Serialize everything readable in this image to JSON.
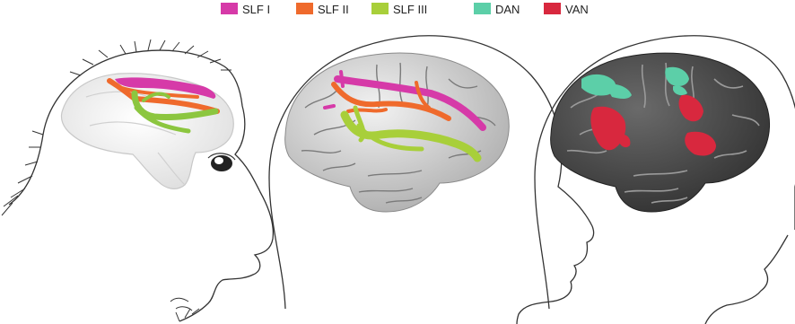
{
  "legend": {
    "items": [
      {
        "label": "SLF I",
        "color": "#d63aa8"
      },
      {
        "label": "SLF II",
        "color": "#ef6a2c"
      },
      {
        "label": "SLF III",
        "color": "#a8cf3a"
      },
      {
        "label": "DAN",
        "color": "#5ccfa8"
      },
      {
        "label": "VAN",
        "color": "#d8283e"
      }
    ]
  },
  "panels": [
    {
      "subject": "monkey-head",
      "brain": "macaque-brain-glass",
      "tracts": [
        "SLF I",
        "SLF II",
        "SLF III"
      ]
    },
    {
      "subject": "human-head",
      "brain": "human-brain-white",
      "tracts": [
        "SLF I",
        "SLF II",
        "SLF III"
      ]
    },
    {
      "subject": "human-head",
      "brain": "human-brain-dark",
      "networks": [
        "DAN",
        "VAN"
      ]
    }
  ],
  "colors": {
    "outline": "#333333",
    "glass_brain": "#eeeeee",
    "white_brain": "#d6d6d6",
    "dark_brain": "#4a4a4a",
    "slf1": "#d63aa8",
    "slf2": "#ef6a2c",
    "slf3": "#a8cf3a",
    "dan": "#5ccfa8",
    "van": "#d8283e"
  }
}
